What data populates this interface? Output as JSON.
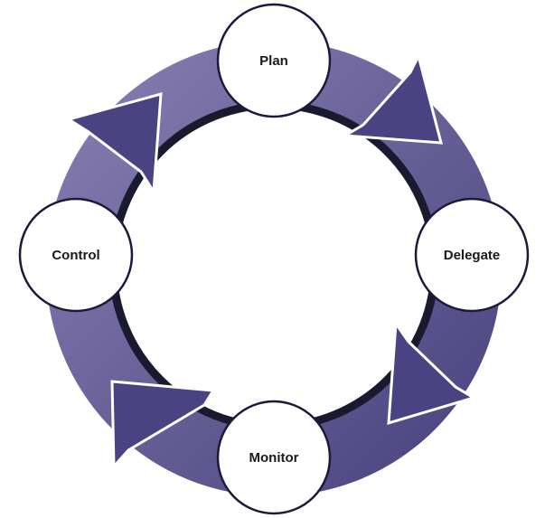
{
  "diagram": {
    "type": "cycle",
    "colors": {
      "arrow_light": "#8a82b4",
      "arrow_dark": "#463f7c",
      "inner_edge": "#1a1a2e",
      "node_fill": "#ffffff",
      "node_stroke": "#1a1a3a",
      "text": "#1a1a1a"
    },
    "nodes": [
      {
        "label": "Plan"
      },
      {
        "label": "Delegate"
      },
      {
        "label": "Monitor"
      },
      {
        "label": "Control"
      }
    ]
  }
}
